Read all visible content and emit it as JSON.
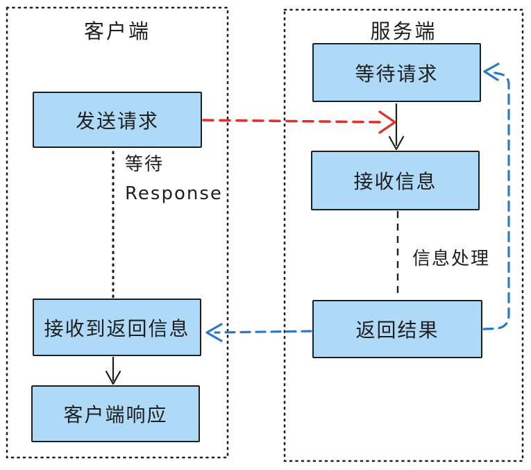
{
  "colors": {
    "box_fill": "#aed9f7",
    "box_border": "#1e1e1e",
    "text": "#1e1e1e",
    "line_black": "#1e1e1e",
    "red": "#e03131",
    "blue": "#2b78cb"
  },
  "client": {
    "title": "客户端",
    "nodes": [
      {
        "id": "send-request",
        "label": "发送请求"
      },
      {
        "id": "receive-returned-info",
        "label": "接收到返回信息"
      },
      {
        "id": "client-response",
        "label": "客户端响应"
      }
    ],
    "wait_label": {
      "line1": "等待",
      "line2": "Response"
    }
  },
  "server": {
    "title": "服务端",
    "nodes": [
      {
        "id": "wait-request",
        "label": "等待请求"
      },
      {
        "id": "receive-message",
        "label": "接收信息"
      },
      {
        "id": "return-result",
        "label": "返回结果"
      }
    ],
    "process_label": "信息处理"
  }
}
